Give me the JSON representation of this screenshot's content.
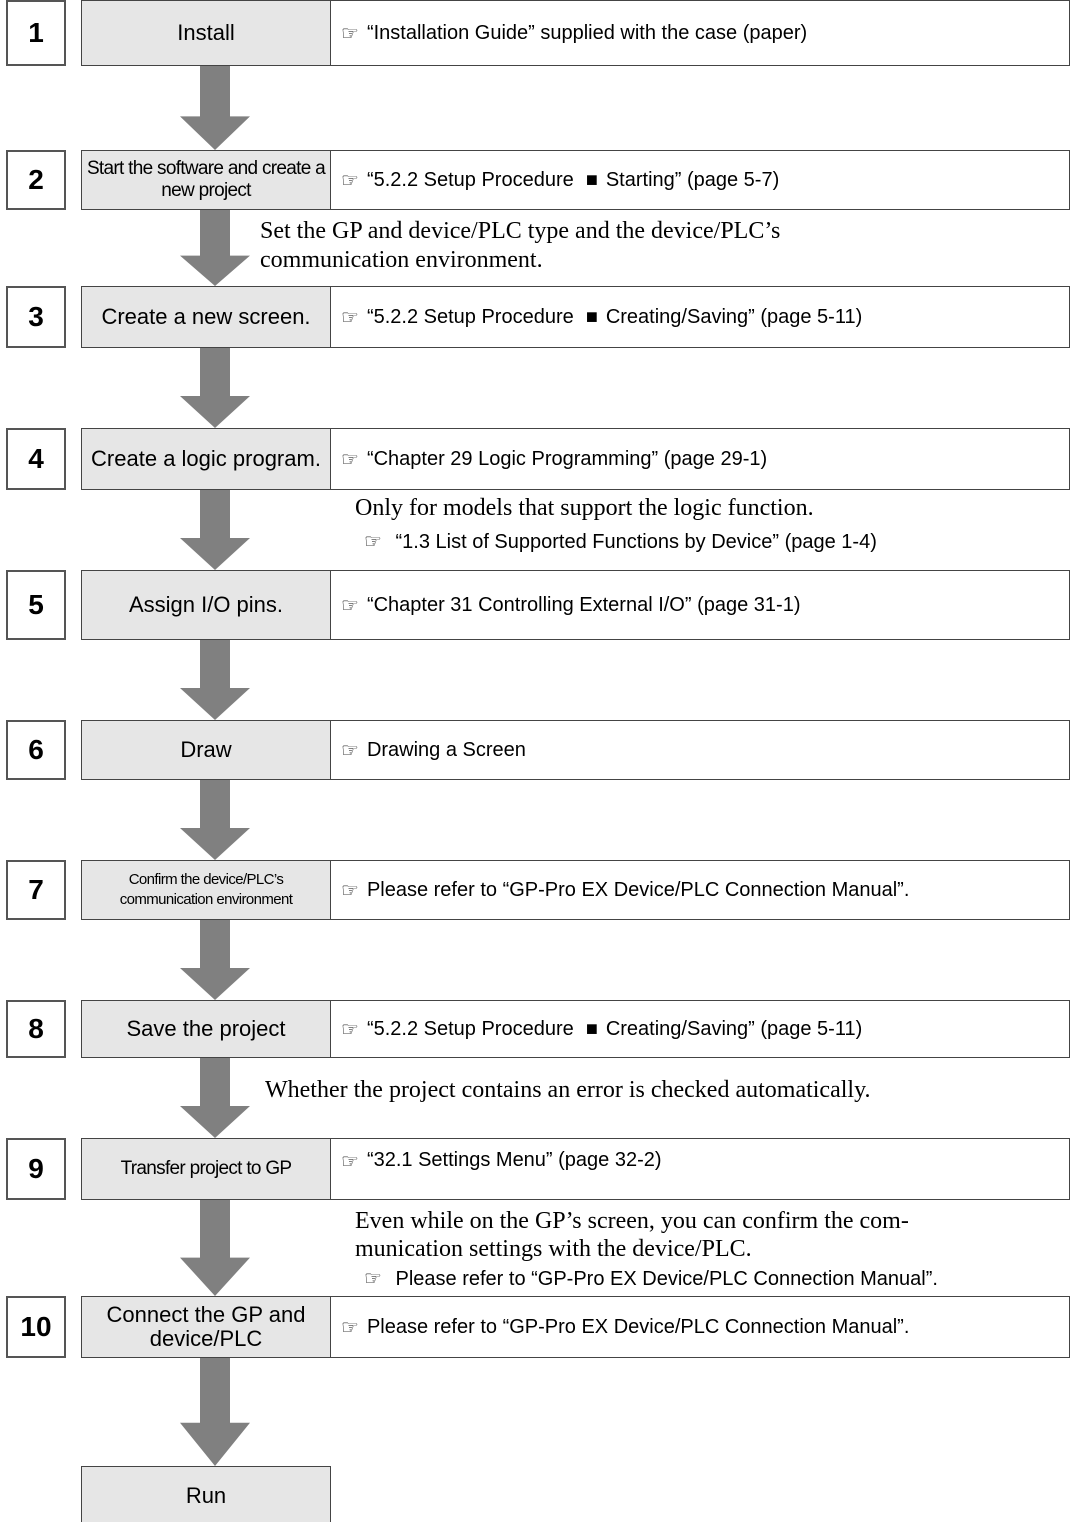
{
  "icons": {
    "reference": "hand-pointing-icon",
    "bullet": "black-square"
  },
  "steps": [
    {
      "number": "1",
      "label": "Install",
      "ref_pre": "“Installation Guide” supplied with the case (paper)",
      "ref_bullet": "",
      "ref_post": ""
    },
    {
      "number": "2",
      "label": "Start the software and create a new project",
      "ref_pre": "“5.2.2 Setup Procedure",
      "ref_bullet": "■",
      "ref_post": "Starting” (page 5-7)"
    },
    {
      "number": "3",
      "label": "Create a new screen.",
      "ref_pre": "“5.2.2 Setup Procedure",
      "ref_bullet": "■",
      "ref_post": "Creating/Saving” (page 5-11)"
    },
    {
      "number": "4",
      "label": "Create a logic program.",
      "ref_pre": "“Chapter 29 Logic Programming” (page 29-1)",
      "ref_bullet": "",
      "ref_post": ""
    },
    {
      "number": "5",
      "label": "Assign I/O pins.",
      "ref_pre": "“Chapter 31 Controlling External I/O” (page 31-1)",
      "ref_bullet": "",
      "ref_post": ""
    },
    {
      "number": "6",
      "label": "Draw",
      "ref_pre": "Drawing a Screen",
      "ref_bullet": "",
      "ref_post": ""
    },
    {
      "number": "7",
      "label": "Confirm the device/PLC’s communication environment",
      "ref_pre": "Please refer to “GP-Pro EX Device/PLC Connection Manual”.",
      "ref_bullet": "",
      "ref_post": ""
    },
    {
      "number": "8",
      "label": "Save the project",
      "ref_pre": "“5.2.2 Setup Procedure",
      "ref_bullet": "■",
      "ref_post": "Creating/Saving” (page 5-11)"
    },
    {
      "number": "9",
      "label": "Transfer project to GP",
      "ref_pre": "“32.1 Settings Menu” (page 32-2)",
      "ref_bullet": "",
      "ref_post": ""
    },
    {
      "number": "10",
      "label": "Connect the GP and device/PLC",
      "ref_pre": "Please refer to “GP-Pro EX Device/PLC Connection Manual”.",
      "ref_bullet": "",
      "ref_post": ""
    }
  ],
  "final_step": {
    "label": "Run"
  },
  "notes": {
    "after_2": {
      "line1": "Set the GP and device/PLC type and the device/PLC’s",
      "line2": "communication environment."
    },
    "after_4": {
      "line1": "Only for models that support the logic function.",
      "ref": "“1.3 List of Supported Functions by Device” (page 1-4)"
    },
    "after_8": {
      "line1": "Whether the project contains an error is checked automatically."
    },
    "after_9": {
      "line1": "Even while on the GP’s screen, you can confirm the com-",
      "line2": "munication settings with the device/PLC.",
      "ref": "Please refer to “GP-Pro EX Device/PLC Connection Manual”."
    }
  }
}
